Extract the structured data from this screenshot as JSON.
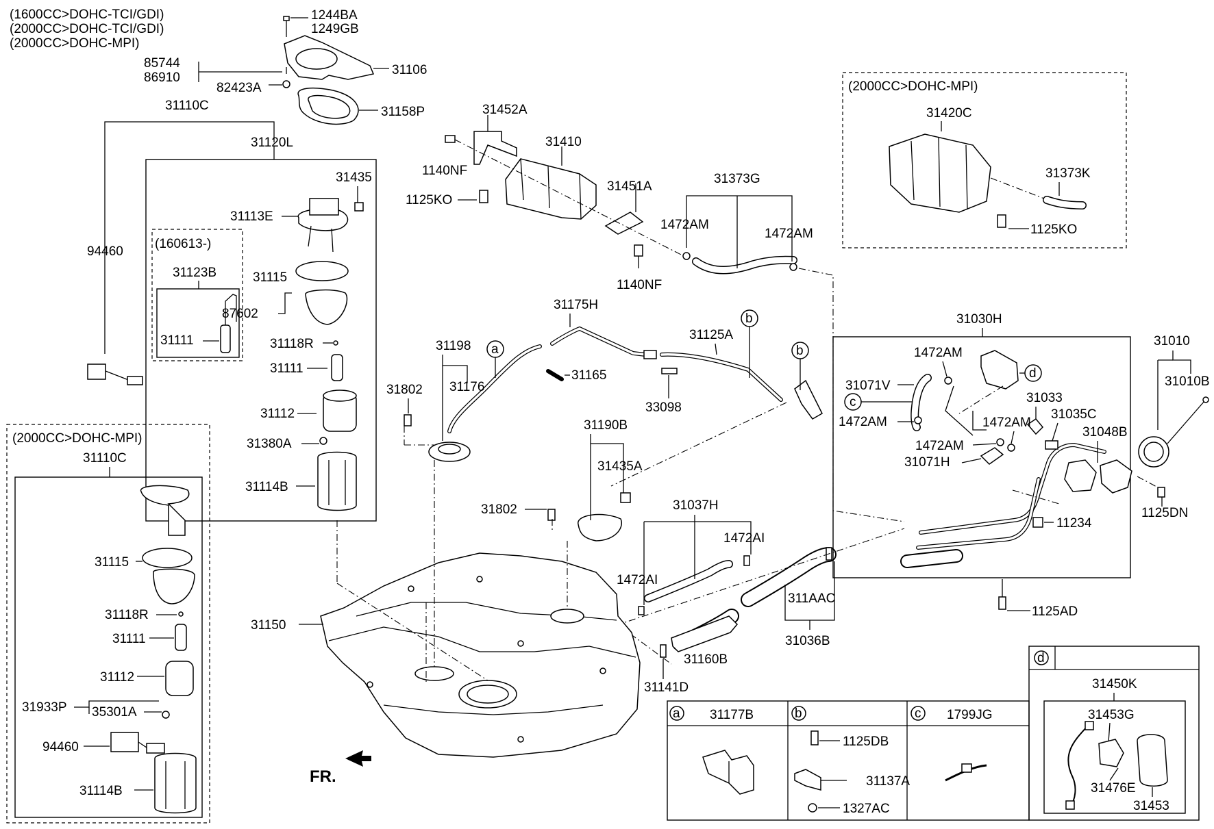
{
  "header_notes": [
    "(1600CC>DOHC-TCI/GDI)",
    "(2000CC>DOHC-TCI/GDI)",
    "(2000CC>DOHC-MPI)"
  ],
  "group_notes": {
    "mpi_canister": "(2000CC>DOHC-MPI)",
    "mpi_pump": "(2000CC>DOHC-MPI)",
    "date_note": "(160613-)"
  },
  "parts": {
    "p1244BA": "1244BA",
    "p1249GB": "1249GB",
    "p85744": "85744",
    "p86910": "86910",
    "p82423A": "82423A",
    "p31106": "31106",
    "p31158P": "31158P",
    "p31110C_top": "31110C",
    "p31120L": "31120L",
    "p31435_top": "31435",
    "p31113E": "31113E",
    "p94460_left": "94460",
    "p31123B": "31123B",
    "p31111_inner": "31111",
    "p31115_top": "31115",
    "p87602": "87602",
    "p31118R_top": "31118R",
    "p31111_top": "31111",
    "p31112_top": "31112",
    "p31380A": "31380A",
    "p31114B_top": "31114B",
    "p31452A": "31452A",
    "p31410": "31410",
    "p1140NF_a": "1140NF",
    "p1125KO_a": "1125KO",
    "p31451A": "31451A",
    "p1472AM_a": "1472AM",
    "p1140NF_b": "1140NF",
    "p31373G": "31373G",
    "p1472AM_b": "1472AM",
    "p31420C": "31420C",
    "p31373K": "31373K",
    "p1125KO_b": "1125KO",
    "p31175H": "31175H",
    "p31198": "31198",
    "p31176": "31176",
    "p31165": "31165",
    "p31125A": "31125A",
    "p33098": "33098",
    "p31802_a": "31802",
    "p31190B": "31190B",
    "p31435A": "31435A",
    "p31802_b": "31802",
    "p31037H": "31037H",
    "p1472AI_a": "1472AI",
    "p1472AI_b": "1472AI",
    "p311AAC": "311AAC",
    "p31036B": "31036B",
    "p31150": "31150",
    "p31160B": "31160B",
    "p31141D": "31141D",
    "p31030H": "31030H",
    "p1472AM_c": "1472AM",
    "p31071V": "31071V",
    "p1472AM_d": "1472AM",
    "p1472AM_e": "1472AM",
    "p1472AM_f": "1472AM",
    "p31071H": "31071H",
    "p31033": "31033",
    "p31035C": "31035C",
    "p31048B": "31048B",
    "p31010": "31010",
    "p31010B": "31010B",
    "p1125DN": "1125DN",
    "p11234": "11234",
    "p1125AD": "1125AD",
    "p31110C_bot": "31110C",
    "p31115_bot": "31115",
    "p31118R_bot": "31118R",
    "p31111_bot": "31111",
    "p31112_bot": "31112",
    "p31933P": "31933P",
    "p35301A": "35301A",
    "p94460_bot": "94460",
    "p31114B_bot": "31114B",
    "p31177B": "31177B",
    "p1125DB": "1125DB",
    "p31137A": "31137A",
    "p1327AC": "1327AC",
    "p1799JG": "1799JG",
    "p31450K": "31450K",
    "p31453G": "31453G",
    "p31476E": "31476E",
    "p31453": "31453"
  },
  "callouts": {
    "a": "a",
    "b": "b",
    "c": "c",
    "d": "d"
  },
  "front_marker": "FR."
}
